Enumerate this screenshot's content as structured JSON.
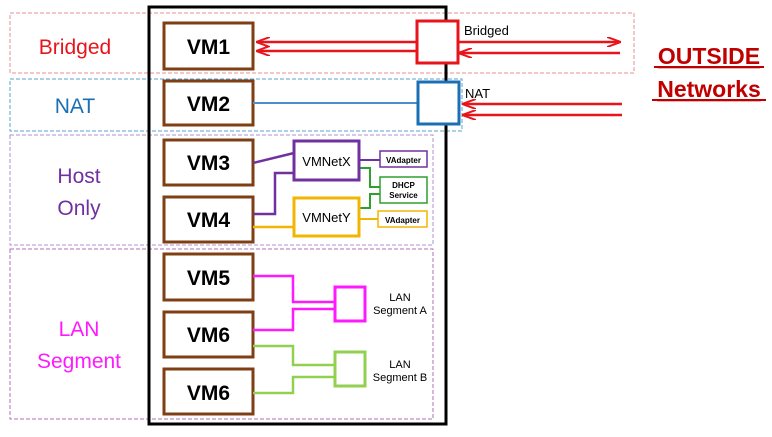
{
  "rows": {
    "bridged": "Bridged",
    "nat": "NAT",
    "host_only": [
      "Host",
      "Only"
    ],
    "lan_segment": [
      "LAN",
      "Segment"
    ]
  },
  "vms": [
    "VM1",
    "VM2",
    "VM3",
    "VM4",
    "VM5",
    "VM6",
    "VM6"
  ],
  "switches": {
    "vmnetx": "VMNetX",
    "vmnety": "VMNetY"
  },
  "components": {
    "vadapter_x": "VAdapter",
    "vadapter_y": "VAdapter",
    "dhcp": [
      "DHCP",
      "Service"
    ]
  },
  "connections": {
    "bridged": "Bridged",
    "nat": "NAT"
  },
  "lan_segments": {
    "a": [
      "LAN",
      "Segment A"
    ],
    "b": [
      "LAN",
      "Segment B"
    ]
  },
  "outside": [
    "OUTSIDE",
    "Networks"
  ],
  "colors": {
    "bridged": "#e8141b",
    "nat": "#1a6fb5",
    "host_only": "#7030a0",
    "vmnety": "#f2b600",
    "dhcp": "#2ea02e",
    "lan": "#ff19ff",
    "lan_b": "#92d050",
    "vm_border": "#7f3f14",
    "outside": "#c00000"
  }
}
